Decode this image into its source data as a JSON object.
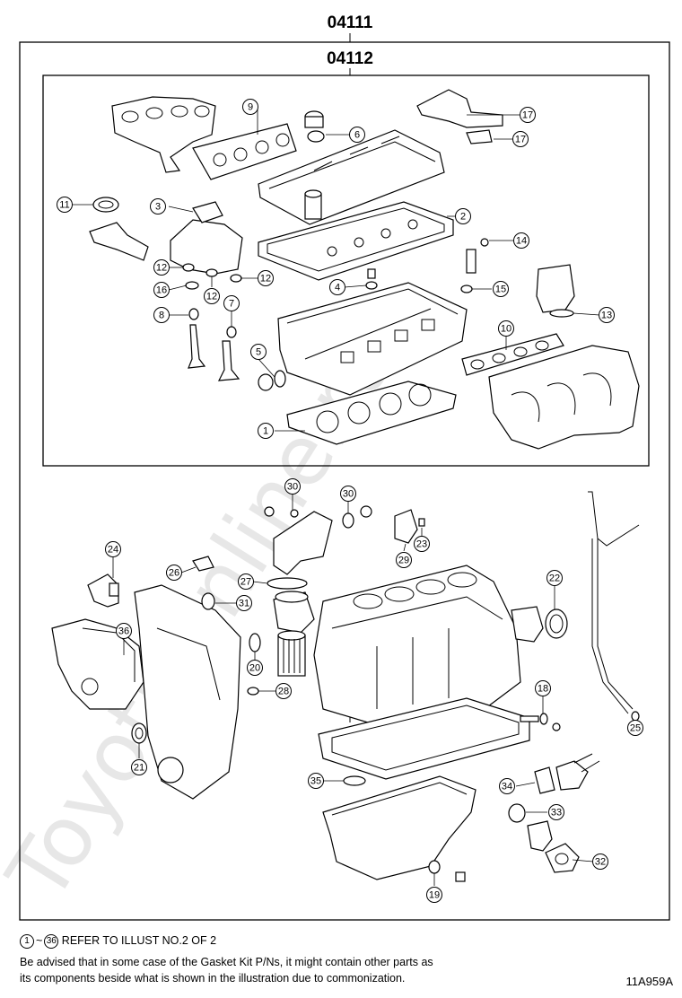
{
  "header": {
    "outer_kit_number": "04111",
    "inner_kit_number": "04112"
  },
  "watermark": "ToyotaOnline.ru",
  "callouts": [
    "1",
    "2",
    "3",
    "4",
    "5",
    "6",
    "7",
    "8",
    "9",
    "10",
    "11",
    "12",
    "13",
    "14",
    "15",
    "16",
    "17",
    "18",
    "19",
    "20",
    "21",
    "22",
    "23",
    "24",
    "25",
    "26",
    "27",
    "28",
    "29",
    "30",
    "31",
    "32",
    "33",
    "34",
    "35",
    "36"
  ],
  "footer": {
    "range_start": "1",
    "range_sep": "~",
    "range_end": "36",
    "refer_text": "REFER TO ILLUST NO.2 OF 2",
    "advisory_line1": "Be advised that in some case of the Gasket Kit P/Ns,  it might contain other parts as",
    "advisory_line2": "its components beside what is shown in the illustration due to commonization.",
    "illustration_id": "11A959A"
  }
}
